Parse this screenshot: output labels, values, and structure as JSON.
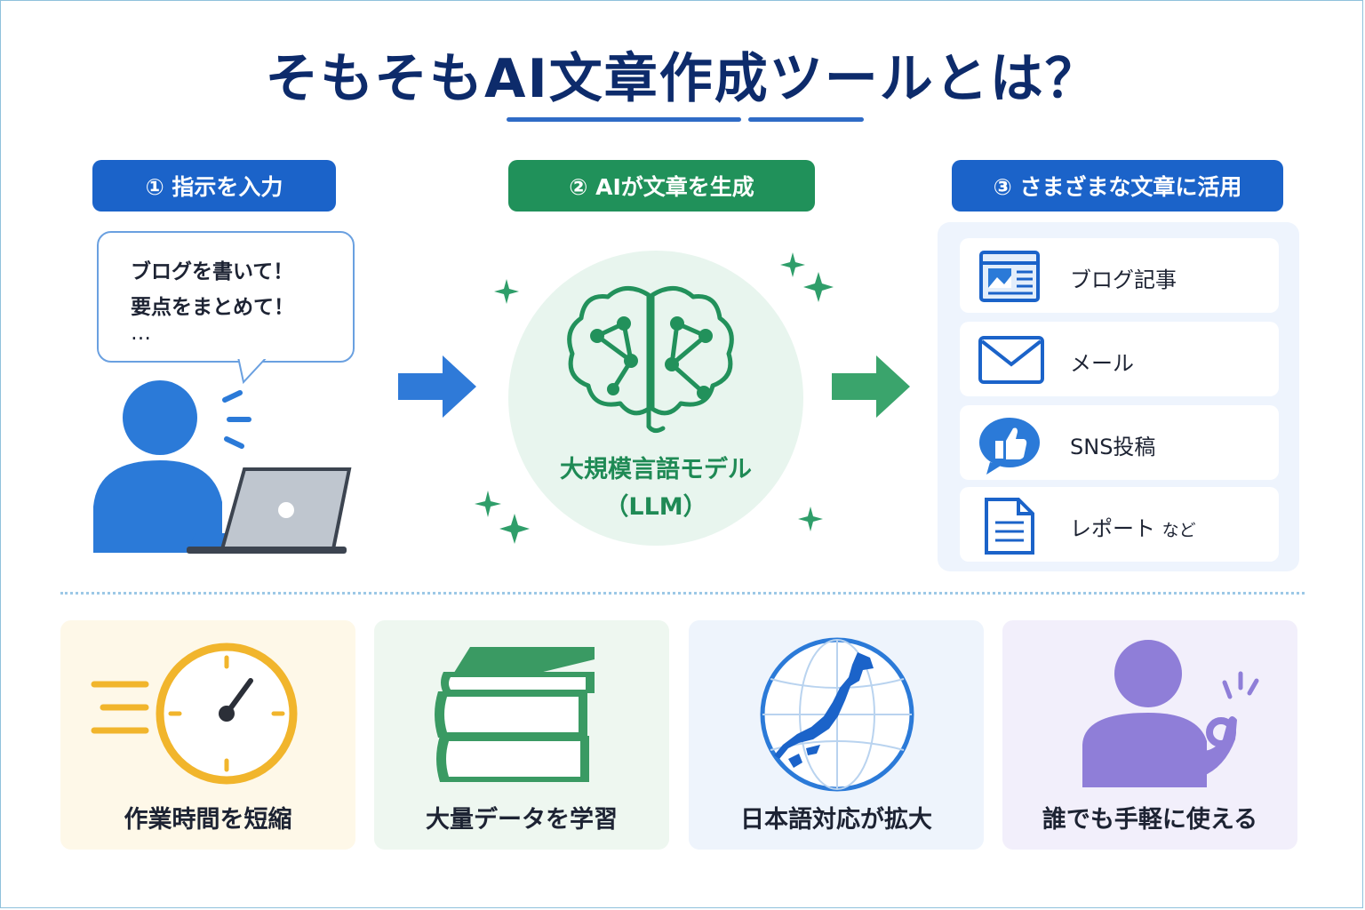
{
  "title": "そもそもAI文章作成ツールとは？",
  "steps": {
    "step1": "① 指示を入力",
    "step2": "② AIが文章を生成",
    "step3": "③ さまざまな文章に活用"
  },
  "bubble": {
    "line1": "ブログを書いて！",
    "line2": "要点をまとめて！",
    "line3": "…"
  },
  "llm": {
    "line1": "大規模言語モデル",
    "line2": "（LLM）"
  },
  "uses": [
    {
      "label": "ブログ記事",
      "icon": "blog-article-icon"
    },
    {
      "label": "メール",
      "icon": "mail-envelope-icon"
    },
    {
      "label": "SNS投稿",
      "icon": "thumbs-up-icon"
    },
    {
      "label": "レポート",
      "suffix": "など",
      "icon": "document-icon"
    }
  ],
  "features": [
    {
      "label": "作業時間を短縮",
      "icon": "clock-icon"
    },
    {
      "label": "大量データを学習",
      "icon": "books-icon"
    },
    {
      "label": "日本語対応が拡大",
      "icon": "globe-japan-icon"
    },
    {
      "label": "誰でも手軽に使える",
      "icon": "person-ok-icon"
    }
  ],
  "colors": {
    "title": "#0d2b6b",
    "blue": "#1b63c9",
    "green": "#20915a",
    "yellow": "#f1b52c",
    "purple": "#8f7ed8"
  }
}
